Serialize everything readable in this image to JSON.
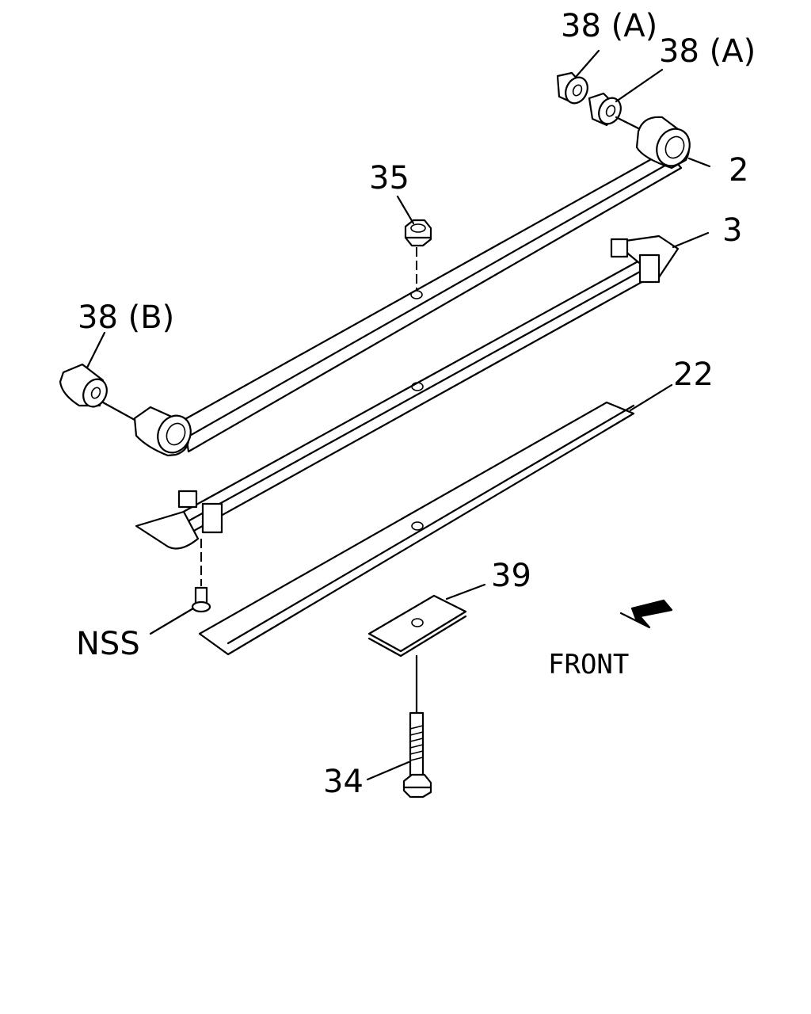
{
  "diagram": {
    "labels": {
      "bushing_a_1": "38 (A)",
      "bushing_a_2": "38 (A)",
      "bushing_b": "38 (B)",
      "nut": "35",
      "main_leaf": "2",
      "second_leaf": "3",
      "spacer_plate": "22",
      "pad": "39",
      "screw": "NSS",
      "center_bolt": "34",
      "direction": "FRONT"
    },
    "colors": {
      "line": "#000000",
      "background": "#ffffff"
    },
    "icons": {
      "direction_arrow": "arrow-down-left-icon"
    }
  }
}
